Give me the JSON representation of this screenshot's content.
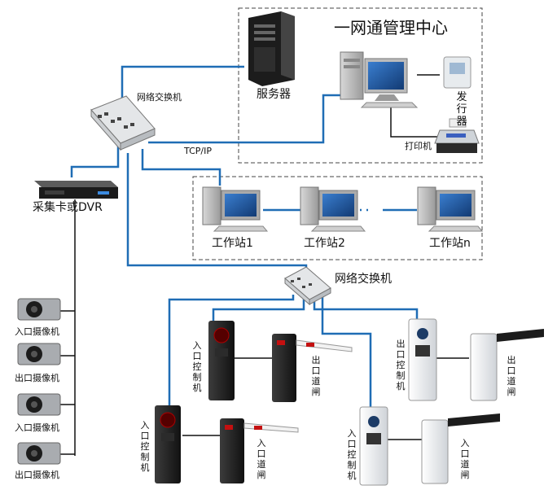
{
  "center": {
    "title": "一网通管理中心"
  },
  "labels": {
    "server": "服务器",
    "switch_top": "网络交换机",
    "tcpip": "TCP/IP",
    "printer": "打印机",
    "issuer": "发行器",
    "dvr": "采集卡或DVR",
    "ws1": "工作站1",
    "ws2": "工作站2",
    "wsn": "工作站n",
    "switch_mid": "网络交换机"
  },
  "cameras": [
    "入口摄像机",
    "出口摄像机",
    "入口摄像机",
    "出口摄像机"
  ],
  "lanes": [
    {
      "controller": "入口控制机",
      "gate": "出口道闸"
    },
    {
      "controller": "出口控制机",
      "gate": "出口道闸"
    },
    {
      "controller": "入口控制机",
      "gate": "入口道闸"
    },
    {
      "controller": "入口控制机",
      "gate": "入口道闸"
    }
  ],
  "colors": {
    "link": "#1f6db5",
    "dashed_box": "#444444",
    "dvr_wire": "#111111"
  }
}
